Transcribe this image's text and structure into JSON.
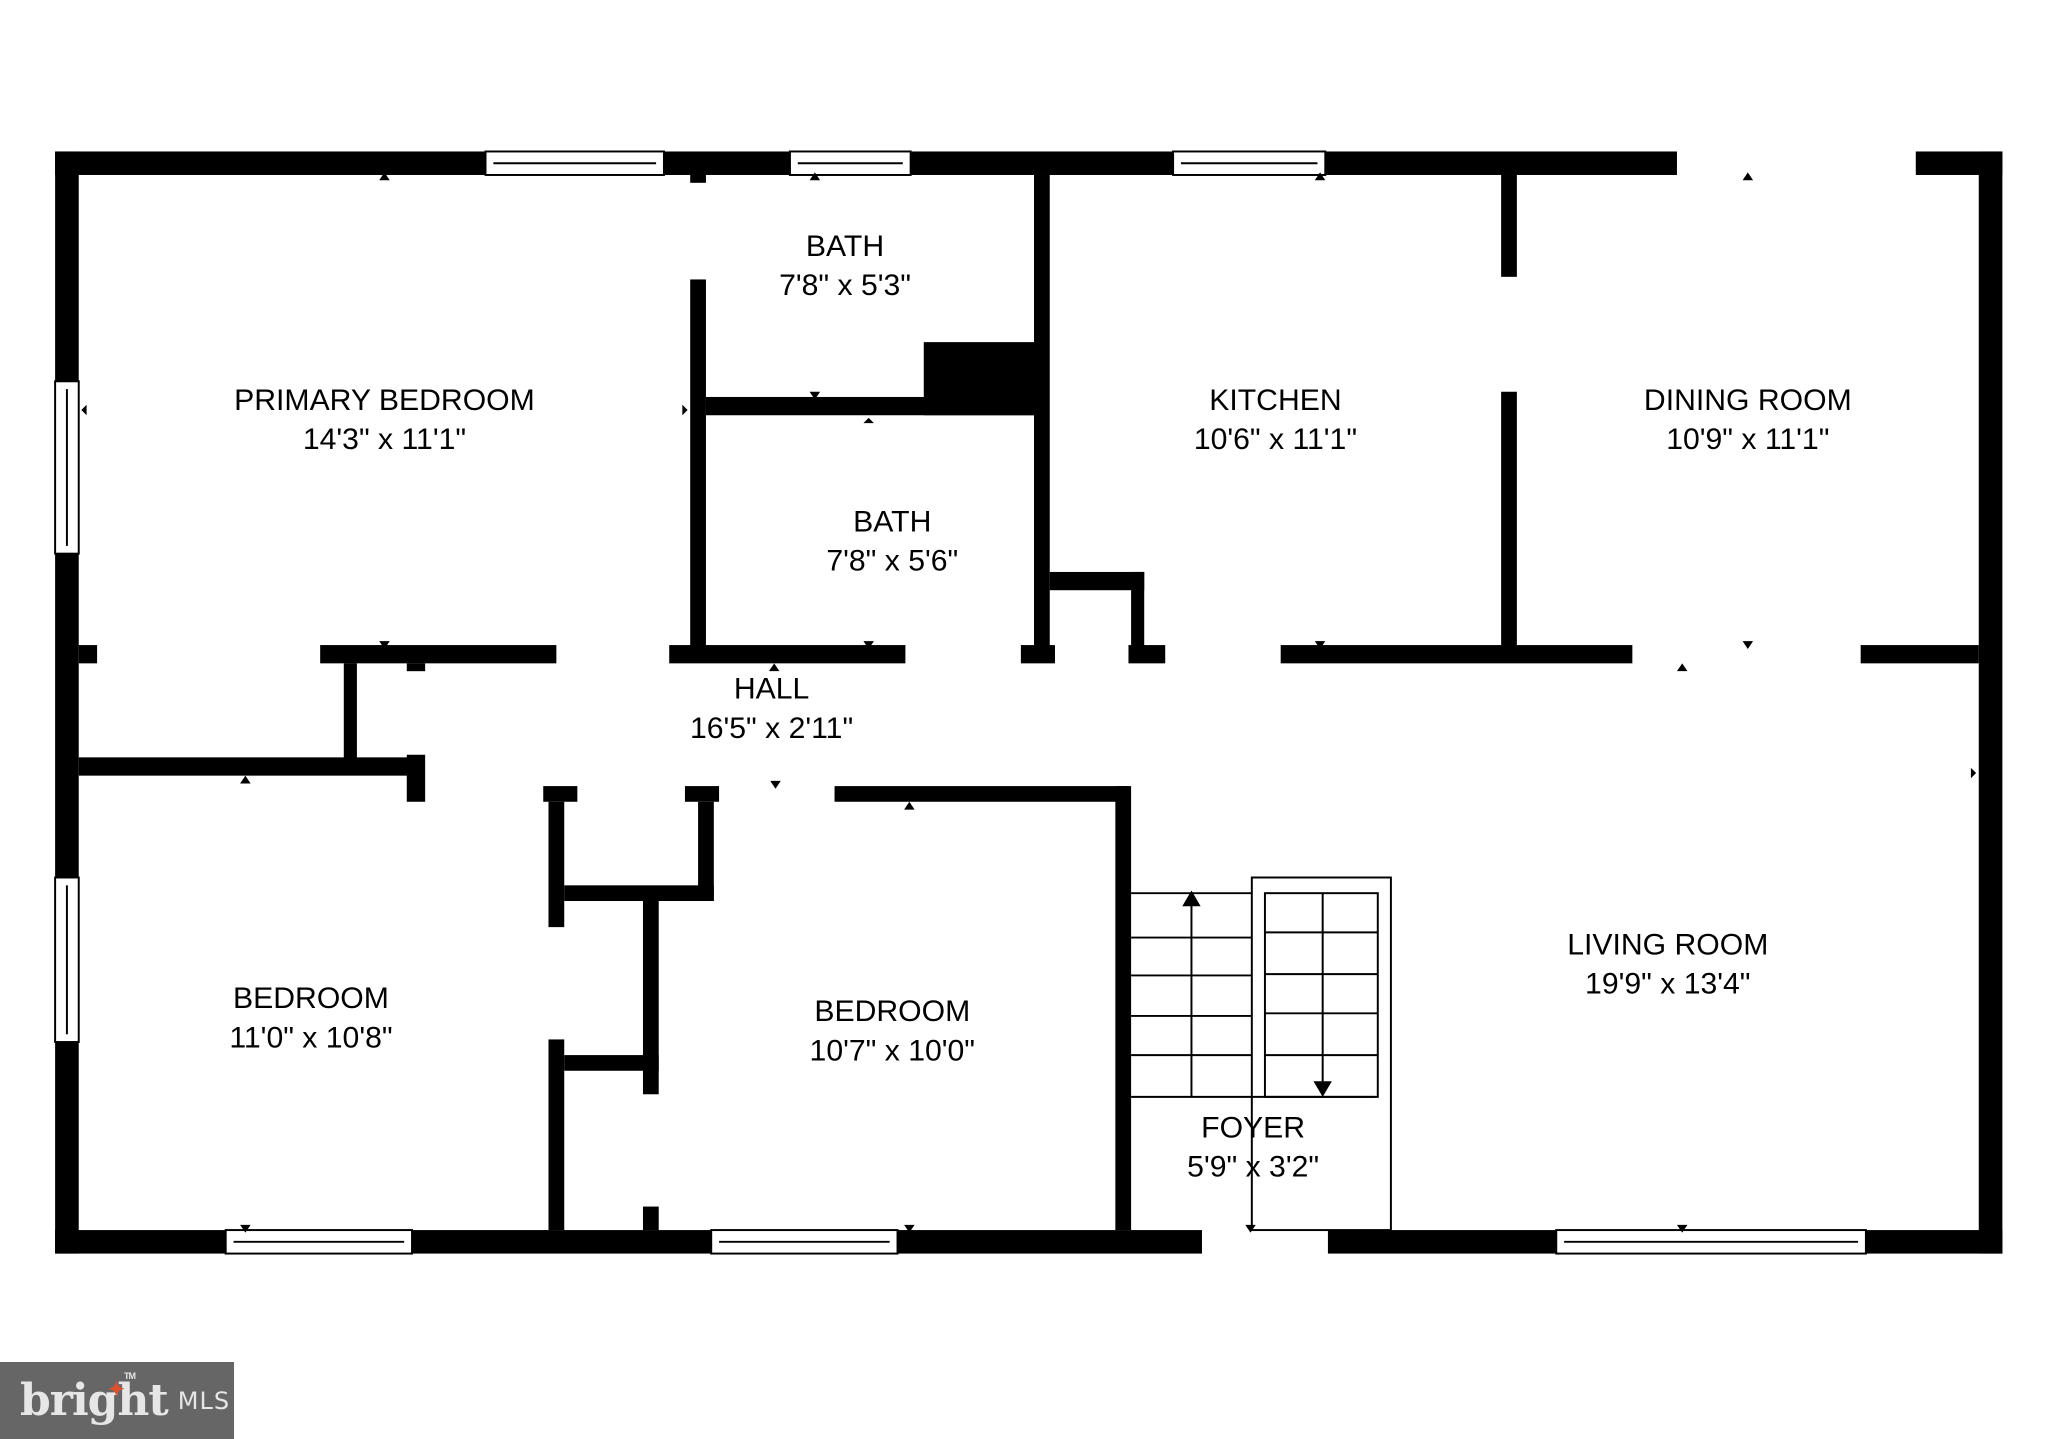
{
  "floorplan": {
    "rooms": [
      {
        "name": "PRIMARY BEDROOM",
        "dimensions": "14'3\" x 11'1\""
      },
      {
        "name": "BATH",
        "dimensions": "7'8\" x 5'3\""
      },
      {
        "name": "BATH",
        "dimensions": "7'8\" x 5'6\""
      },
      {
        "name": "KITCHEN",
        "dimensions": "10'6\" x 11'1\""
      },
      {
        "name": "DINING ROOM",
        "dimensions": "10'9\" x 11'1\""
      },
      {
        "name": "HALL",
        "dimensions": "16'5\" x 2'11\""
      },
      {
        "name": "BEDROOM",
        "dimensions": "11'0\" x 10'8\""
      },
      {
        "name": "BEDROOM",
        "dimensions": "10'7\" x 10'0\""
      },
      {
        "name": "FOYER",
        "dimensions": "5'9\" x 3'2\""
      },
      {
        "name": "LIVING ROOM",
        "dimensions": "19'9\" x 13'4\""
      }
    ]
  },
  "logo": {
    "brand": "bright",
    "trademark": "TM",
    "suffix": "MLS",
    "star_icon": "star-icon",
    "background_color": "#666666",
    "accent_color": "#e0502f"
  }
}
